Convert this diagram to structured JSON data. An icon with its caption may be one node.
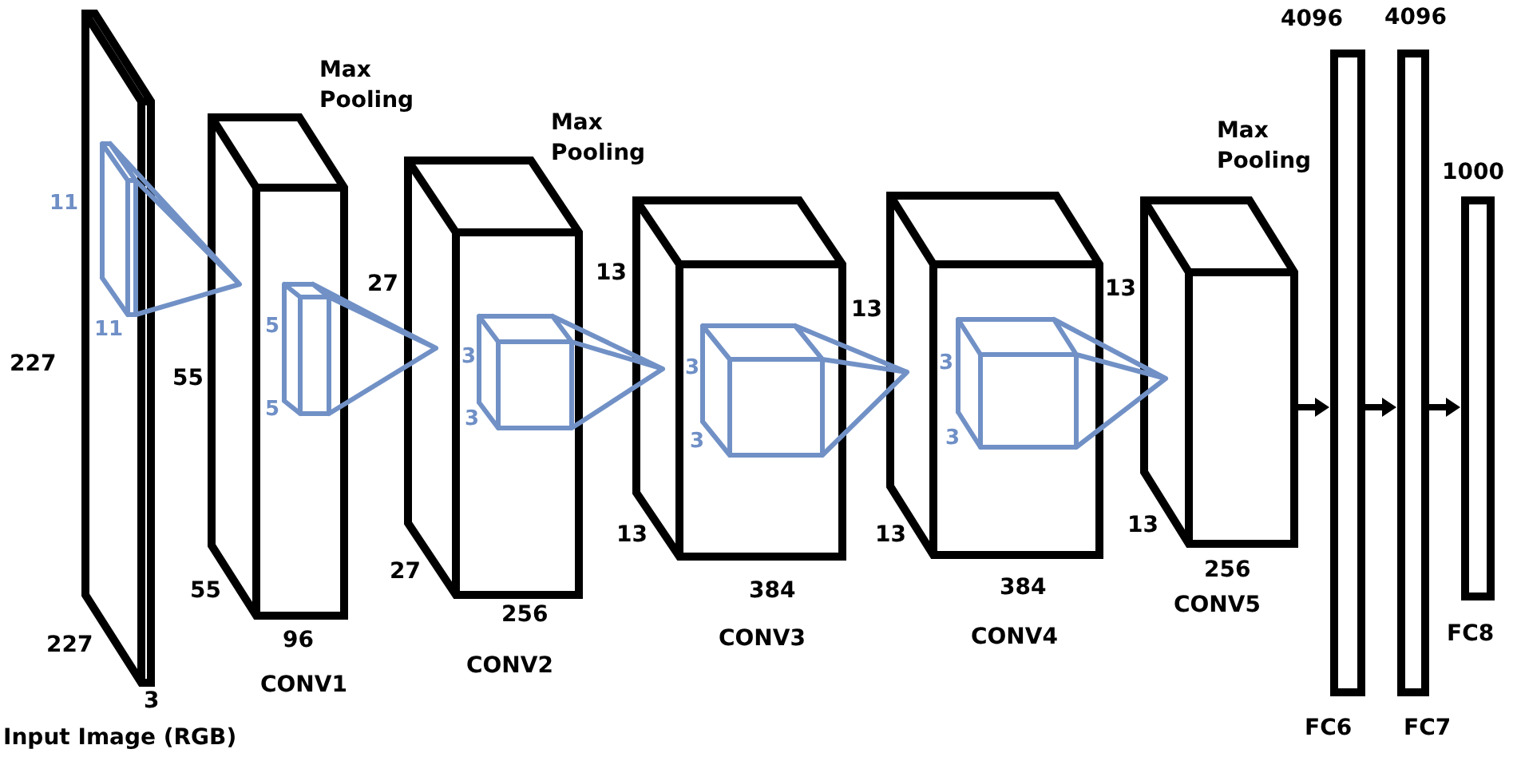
{
  "diagram": {
    "nodes": [
      {
        "text": [
          "Input Image (RGB)"
        ],
        "beside": [
          "227",
          "227",
          "3"
        ]
      },
      {
        "text": [
          "CONV1"
        ],
        "beside": [
          "Max Pooling",
          "55",
          "55",
          "96"
        ]
      },
      {
        "text": [
          "CONV2"
        ],
        "beside": [
          "Max Pooling",
          "27",
          "27",
          "256"
        ]
      },
      {
        "text": [
          "CONV3"
        ],
        "beside": [
          "13",
          "13",
          "384"
        ]
      },
      {
        "text": [
          "CONV4"
        ],
        "beside": [
          "13",
          "13",
          "384"
        ]
      },
      {
        "text": [
          "CONV5"
        ],
        "beside": [
          "Max Pooling",
          "13",
          "13",
          "256"
        ]
      },
      {
        "text": [
          "FC6"
        ],
        "beside": [
          "4096"
        ]
      },
      {
        "text": [
          "FC7"
        ],
        "beside": [
          "4096"
        ]
      },
      {
        "text": [
          "FC8"
        ],
        "beside": [
          "1000"
        ]
      }
    ],
    "edges": [
      {
        "from": 5,
        "to": 6,
        "arrow": "to"
      },
      {
        "from": 6,
        "to": 7,
        "arrow": "to"
      },
      {
        "from": 7,
        "to": 8,
        "arrow": "to"
      }
    ],
    "labels": [
      "11",
      "11",
      "5",
      "5",
      "3",
      "3",
      "3",
      "3",
      "3",
      "3"
    ]
  }
}
